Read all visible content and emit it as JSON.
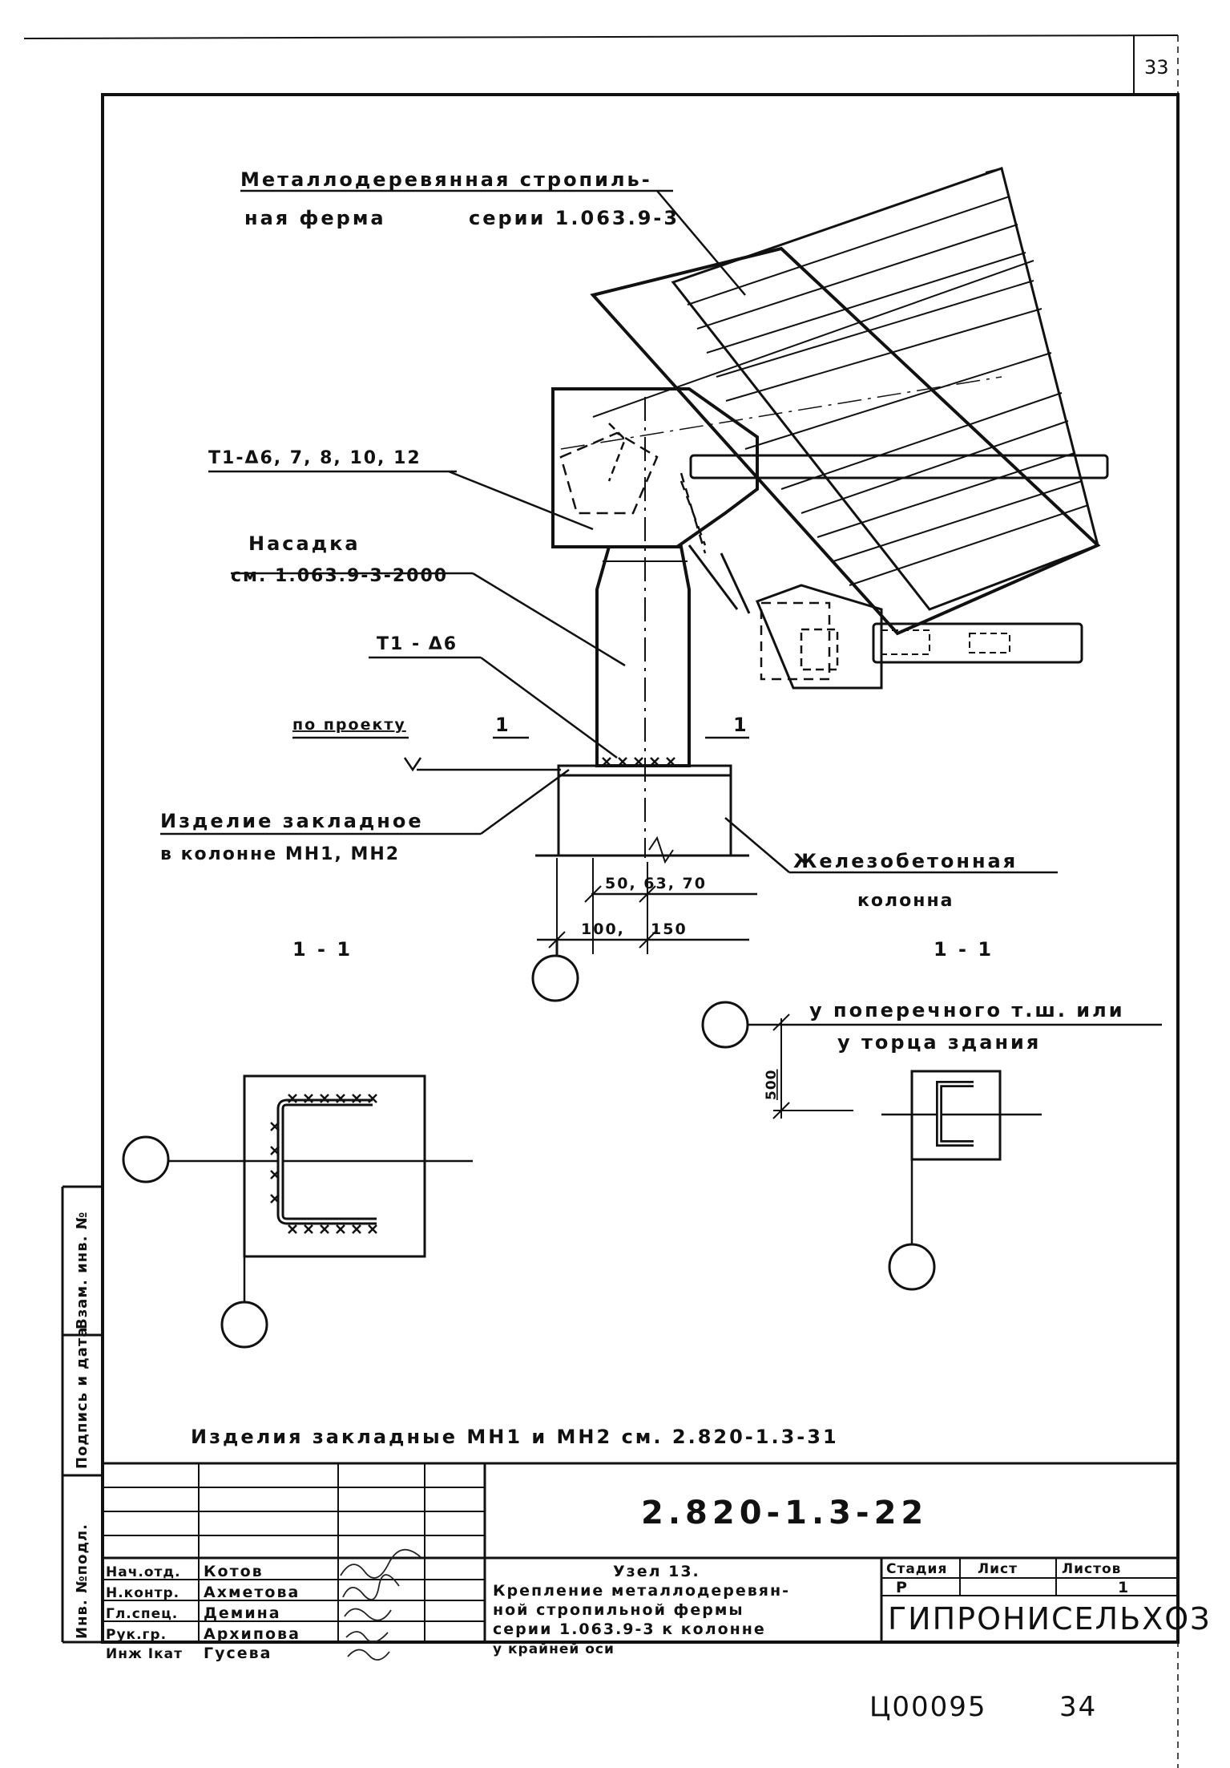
{
  "page_number": "33",
  "callouts": {
    "truss_line1": "Металлодеревянная стропиль-",
    "truss_line2": "ная ферма",
    "truss_series": "серии 1.063.9-3",
    "t1_list": "Т1-Δ6, 7, 8, 10, 12",
    "nasadka": "Насадка",
    "nasadka_ref": "см. 1.063.9-3-2000",
    "t1_d6": "Т1 - Δ6",
    "po_proektu": "по проекту",
    "section_mark": "1",
    "izdelie_line1": "Изделие закладное",
    "izdelie_line2": "в колонне МН1, МН2",
    "column_line1": "Железобетонная",
    "column_line2": "колонна",
    "dim_top": "50, 63, 70",
    "dim_bottom_left": "100,",
    "dim_bottom_right": "150",
    "section_left": "1 - 1",
    "section_right": "1 - 1",
    "transverse_line1": "у поперечного т.ш. или",
    "transverse_line2": "у торца здания",
    "dim_500": "500",
    "bottom_note": "Изделия закладные МН1 и МН2 см. 2.820-1.3-31"
  },
  "title_block": {
    "doc_code": "2.820-1.3-22",
    "title_line1": "Узел 13.",
    "title_line2": "Крепление металлодеревян-",
    "title_line3": "ной стропильной фермы",
    "title_line4": "серии 1.063.9-3 к колонне",
    "title_line5": "у крайней оси",
    "headers": {
      "stage": "Стадия",
      "sheet": "Лист",
      "sheets": "Листов"
    },
    "stage": "Р",
    "sheets_count": "1",
    "organization": "ГИПРОНИСЕЛЬХОЗ",
    "people": [
      {
        "role": "Нач.отд.",
        "name": "Котов"
      },
      {
        "role": "Н.контр.",
        "name": "Ахметова"
      },
      {
        "role": "Гл.спец.",
        "name": "Демина"
      },
      {
        "role": "Рук.гр.",
        "name": "Архипова"
      },
      {
        "role": "Инж Iкат",
        "name": "Гусева"
      }
    ]
  },
  "side_strip": {
    "inv_podl": "Инв. №подл.",
    "podpis_data": "Подпись и дата",
    "vzam_inv": "Взам. инв. №"
  },
  "stamp_code": "Ц00095",
  "stamp_number": "34"
}
